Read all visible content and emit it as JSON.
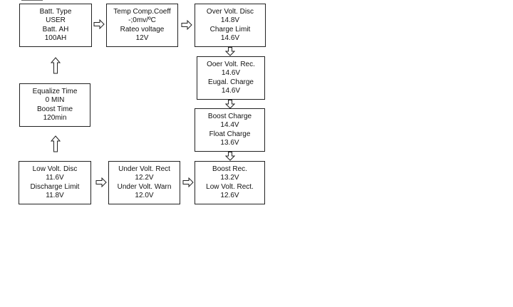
{
  "boxes": {
    "batt": [
      "Batt.  Type",
      "USER",
      "Batt. AH",
      "100AH"
    ],
    "temp": [
      "Temp Comp.Coeff",
      "-;0mv/ºC",
      "Rateo voltage",
      "12V"
    ],
    "over": [
      "Over Volt. Disc",
      "14.8V",
      "Charge Limit",
      "14.6V"
    ],
    "ovrec": [
      "Ooer  Volt. Rec.",
      "14.6V",
      "Eugal.  Charge",
      "14.6V"
    ],
    "boost": [
      "Boost  Charge",
      "14.4V",
      "Float  Charge",
      "13.6V"
    ],
    "equalize": [
      "Equalize Time",
      "0 MIN",
      "Boost Time",
      "120min"
    ],
    "lowdisc": [
      "Low Volt. Disc",
      "11.6V",
      "Discharge Limit",
      "11.8V"
    ],
    "under": [
      "Under Volt. Rect",
      "12.2V",
      "Under Volt. Warn",
      "12.0V"
    ],
    "boostrec": [
      "Boost  Rec.",
      "13.2V",
      "Low Volt. Rect.",
      "12.6V"
    ]
  }
}
